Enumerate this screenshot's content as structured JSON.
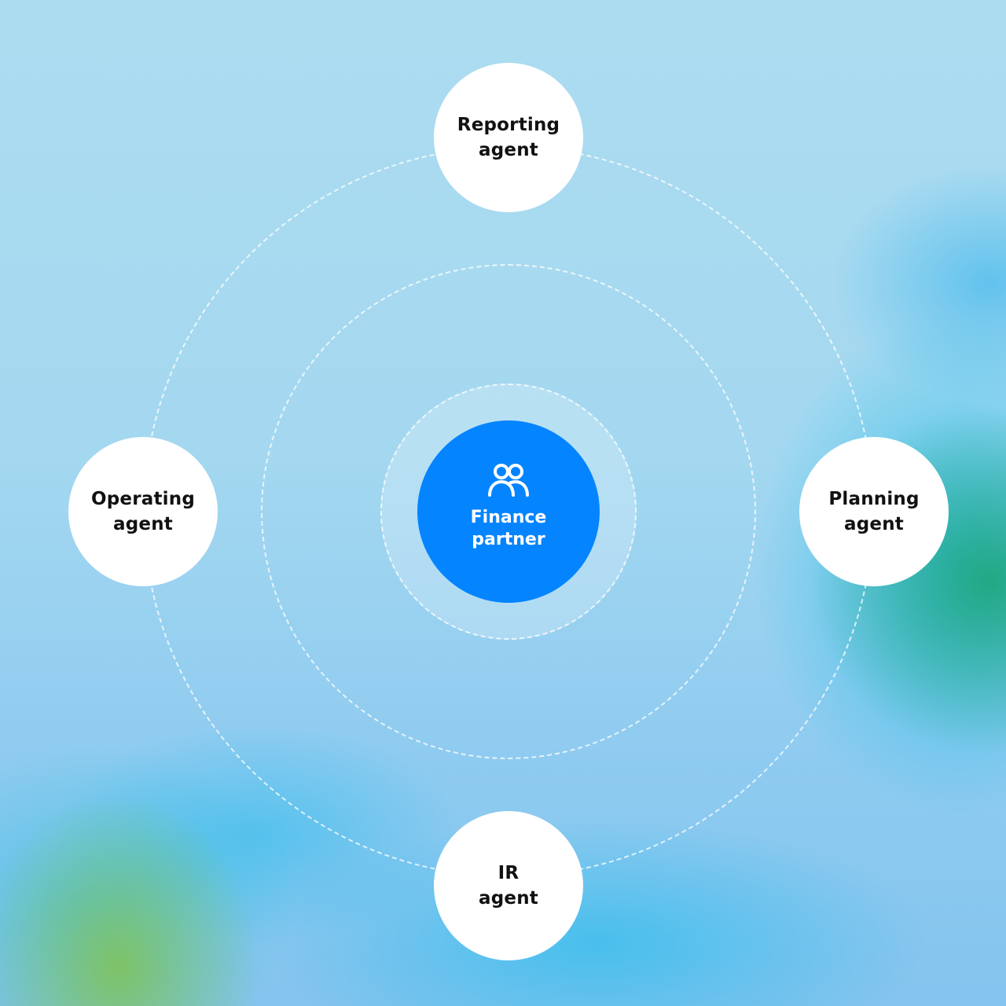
{
  "diagram": {
    "center": {
      "label": "Finance\npartner",
      "icon": "people-icon",
      "color": "#0584ff"
    },
    "nodes": [
      {
        "id": "reporting",
        "label": "Reporting\nagent"
      },
      {
        "id": "operating",
        "label": "Operating\nagent"
      },
      {
        "id": "planning",
        "label": "Planning\nagent"
      },
      {
        "id": "ir",
        "label": "IR\nagent"
      }
    ]
  }
}
